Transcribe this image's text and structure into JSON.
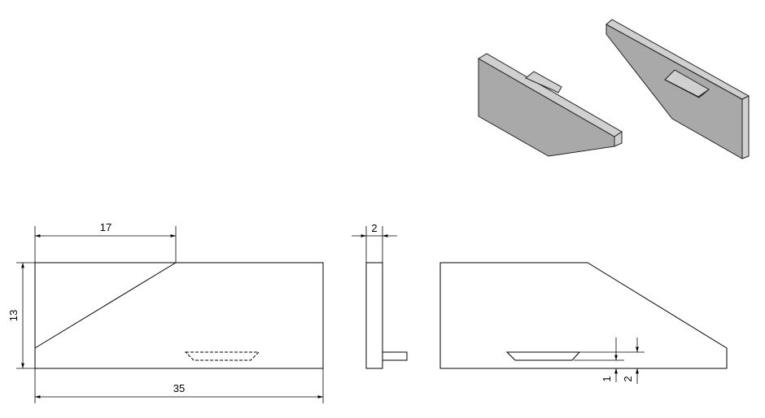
{
  "drawing": {
    "dimensions": {
      "front_width": "35",
      "front_height": "13",
      "chamfer_length": "17",
      "side_thickness": "2",
      "tab_offset_1": "1",
      "tab_offset_2": "2"
    },
    "colors": {
      "face": "#a9a9a9",
      "edge": "#d0d0d0",
      "line": "#000000"
    }
  }
}
